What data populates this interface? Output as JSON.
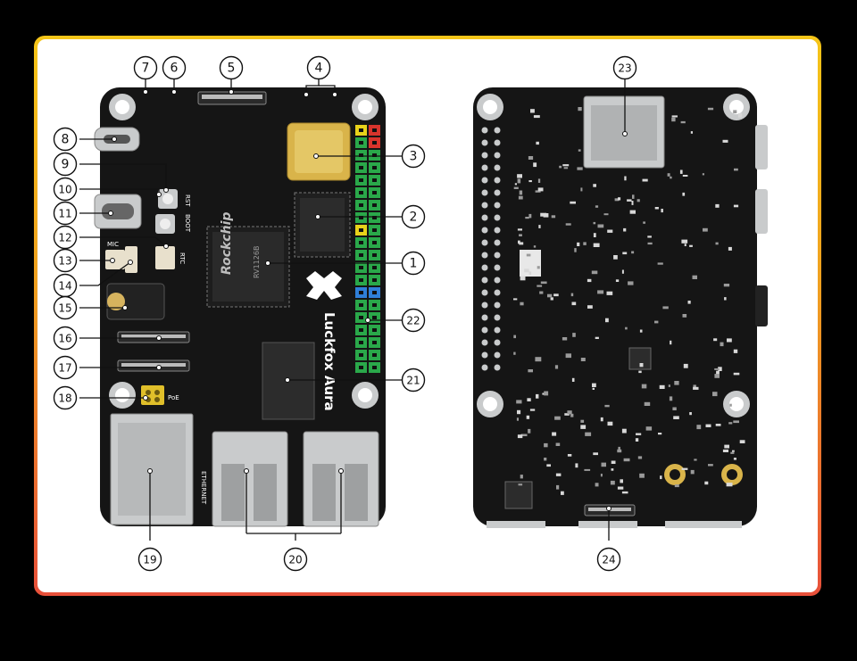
{
  "colors": {
    "frame_top": "#f5c518",
    "frame_bottom": "#e8503a",
    "board": "#151515",
    "silver": "#c9cbcc",
    "gold": "#d9b44a",
    "header_green": "#2aa84a",
    "header_red": "#d8342c",
    "header_yellow": "#e8d21a",
    "header_blue": "#2f7fd8"
  },
  "front": {
    "brand": "Luckfox Aura",
    "soc_brand": "Rockchip",
    "soc_model": "RV1126B",
    "silk": {
      "rst": "RST",
      "boot": "BOOT",
      "rtc": "RTC",
      "mic": "MIC",
      "poe": "PoE",
      "ethernet": "ETHERNET"
    }
  },
  "callouts": [
    {
      "id": "c1",
      "label": "1"
    },
    {
      "id": "c2",
      "label": "2"
    },
    {
      "id": "c3",
      "label": "3"
    },
    {
      "id": "c4",
      "label": "4"
    },
    {
      "id": "c5",
      "label": "5"
    },
    {
      "id": "c6",
      "label": "6"
    },
    {
      "id": "c7",
      "label": "7"
    },
    {
      "id": "c8",
      "label": "8"
    },
    {
      "id": "c9",
      "label": "9"
    },
    {
      "id": "c10",
      "label": "10"
    },
    {
      "id": "c11",
      "label": "11"
    },
    {
      "id": "c12",
      "label": "12"
    },
    {
      "id": "c13",
      "label": "13"
    },
    {
      "id": "c14",
      "label": "14"
    },
    {
      "id": "c15",
      "label": "15"
    },
    {
      "id": "c16",
      "label": "16"
    },
    {
      "id": "c17",
      "label": "17"
    },
    {
      "id": "c18",
      "label": "18"
    },
    {
      "id": "c19",
      "label": "19"
    },
    {
      "id": "c20",
      "label": "20"
    },
    {
      "id": "c21",
      "label": "21"
    },
    {
      "id": "c22",
      "label": "22"
    },
    {
      "id": "c23",
      "label": "23"
    },
    {
      "id": "c24",
      "label": "24"
    }
  ]
}
